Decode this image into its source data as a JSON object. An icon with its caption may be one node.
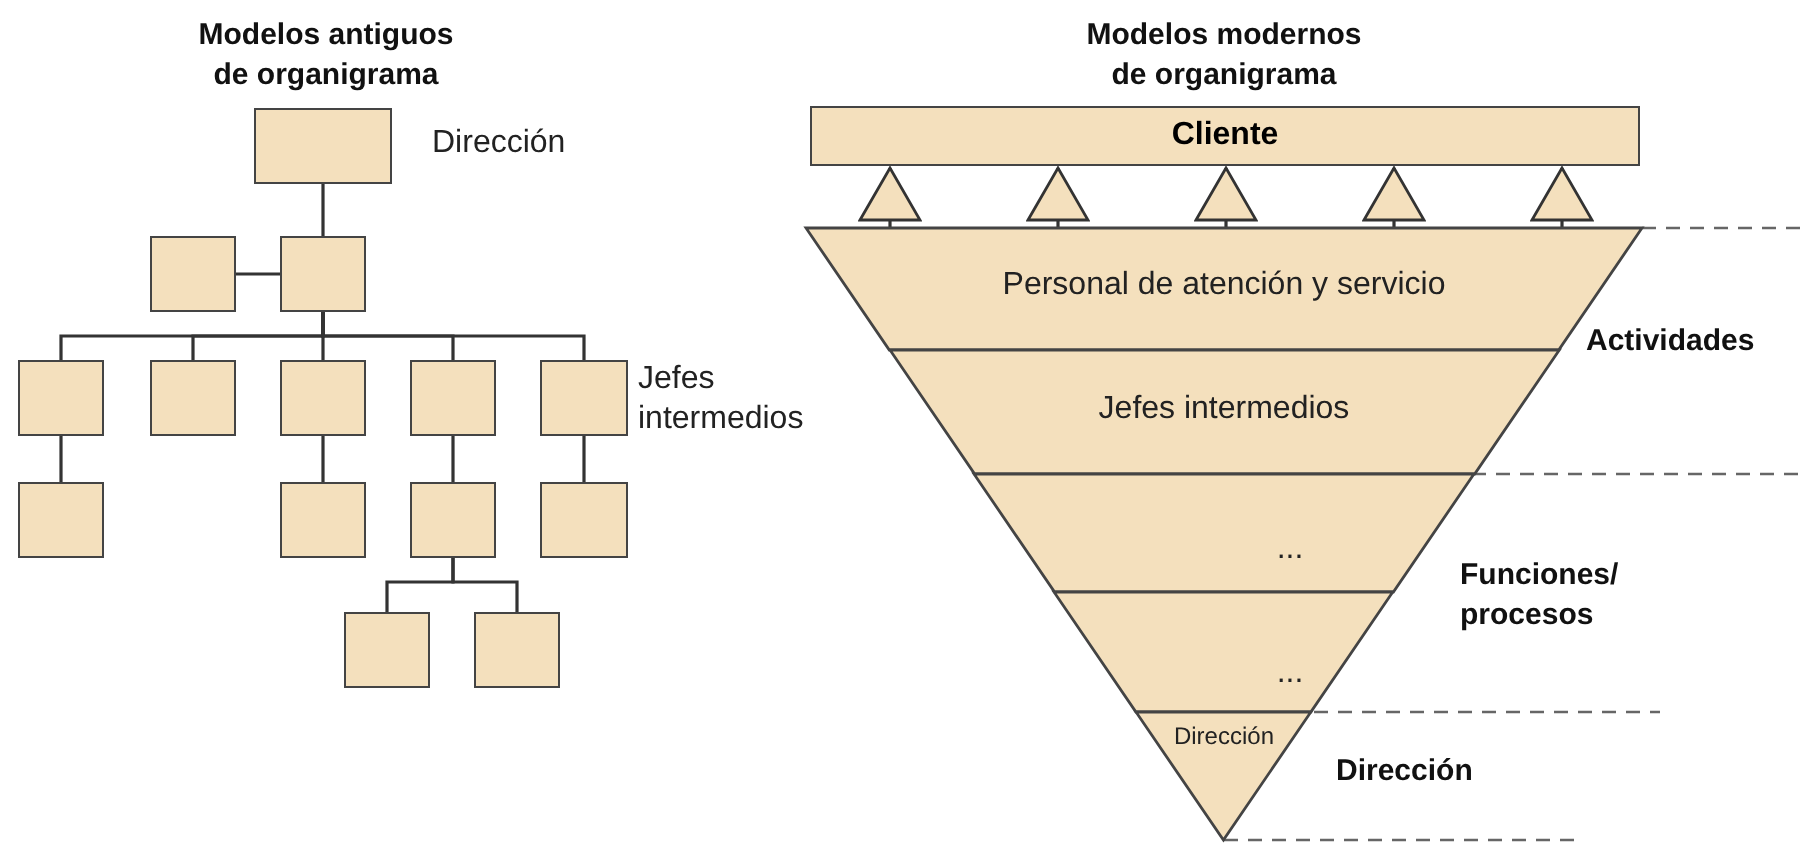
{
  "diagram": {
    "nodes": [
      {
        "text": [],
        "shape": "box",
        "beside": [
          "Dirección"
        ]
      },
      {
        "text": [],
        "shape": "box"
      },
      {
        "text": [],
        "shape": "box"
      },
      {
        "text": [],
        "shape": "box"
      },
      {
        "text": [],
        "shape": "box"
      },
      {
        "text": [],
        "shape": "box"
      },
      {
        "text": [],
        "shape": "box"
      },
      {
        "text": [],
        "shape": "box",
        "beside": [
          "Jefes intermedios"
        ]
      },
      {
        "text": [],
        "shape": "box"
      },
      {
        "text": [],
        "shape": "box"
      },
      {
        "text": [],
        "shape": "box"
      },
      {
        "text": [],
        "shape": "box"
      },
      {
        "text": [],
        "shape": "box"
      },
      {
        "text": [],
        "shape": "box"
      },
      {
        "text": [
          "Cliente"
        ]
      },
      {
        "text": [
          "Personal de atención y servicio"
        ]
      },
      {
        "text": [
          "Jefes intermedios"
        ]
      },
      {
        "text": [
          "..."
        ]
      },
      {
        "text": [
          "..."
        ]
      },
      {
        "text": [
          "Dirección"
        ]
      }
    ],
    "edges": [
      {
        "from": 0,
        "to": 2,
        "arrow": "none"
      },
      {
        "from": 1,
        "to": 2,
        "arrow": "none"
      },
      {
        "from": 2,
        "to": 3,
        "arrow": "none"
      },
      {
        "from": 2,
        "to": 4,
        "arrow": "none"
      },
      {
        "from": 2,
        "to": 5,
        "arrow": "none"
      },
      {
        "from": 2,
        "to": 6,
        "arrow": "none"
      },
      {
        "from": 2,
        "to": 7,
        "arrow": "none"
      },
      {
        "from": 3,
        "to": 8,
        "arrow": "none"
      },
      {
        "from": 5,
        "to": 9,
        "arrow": "none"
      },
      {
        "from": 6,
        "to": 10,
        "arrow": "none"
      },
      {
        "from": 7,
        "to": 11,
        "arrow": "none"
      },
      {
        "from": 10,
        "to": 12,
        "arrow": "none"
      },
      {
        "from": 10,
        "to": 13,
        "arrow": "none"
      },
      {
        "from": 15,
        "to": 14,
        "arrow": "to"
      },
      {
        "from": 15,
        "to": 14,
        "arrow": "to"
      },
      {
        "from": 15,
        "to": 14,
        "arrow": "to"
      },
      {
        "from": 15,
        "to": 14,
        "arrow": "to"
      },
      {
        "from": 15,
        "to": 14,
        "arrow": "to"
      }
    ],
    "labels": [
      "Modelos antiguos de organigrama",
      "Modelos modernos de organigrama",
      "Actividades",
      "Funciones/ procesos",
      "Dirección"
    ]
  }
}
